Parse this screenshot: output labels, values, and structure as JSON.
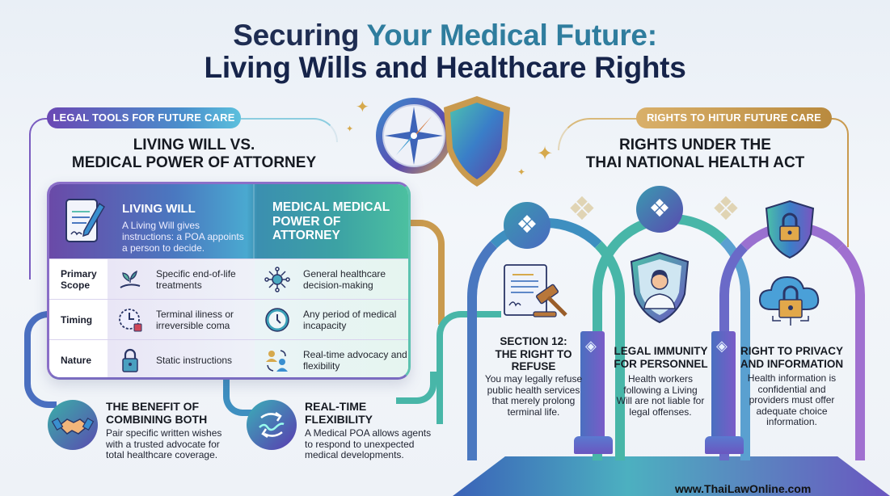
{
  "title": {
    "line1_part1": "Securing",
    "line1_accent": "Your Medical Future:",
    "line2": "Living Wills and Healthcare Rights"
  },
  "left_section": {
    "pill": "LEGAL TOOLS FOR FUTURE CARE",
    "heading_line1": "LIVING WILL VS.",
    "heading_line2": "MEDICAL POWER OF ATTORNEY",
    "table": {
      "living_will": {
        "title": "LIVING WILL",
        "description": "A Living Will gives instructions: a POA appoints a person to decide.",
        "icon": "document-pen-icon"
      },
      "medical_poa": {
        "title": "MEDICAL MEDICAL POWER OF ATTORNEY"
      },
      "rows": [
        {
          "label": "Primary Scope",
          "living_will": "Specific end-of-life treatments",
          "living_will_icon": "hand-sprout-icon",
          "medical_poa": "General healthcare decision-making",
          "medical_poa_icon": "network-hub-icon"
        },
        {
          "label": "Timing",
          "living_will": "Terminal iliness or irreversible coma",
          "living_will_icon": "clock-calendar-icon",
          "medical_poa": "Any period of medical incapacity",
          "medical_poa_icon": "clock-icon"
        },
        {
          "label": "Nature",
          "living_will": "Static instructions",
          "living_will_icon": "padlock-icon",
          "medical_poa": "Real-time advocacy and flexibility",
          "medical_poa_icon": "people-exchange-icon"
        }
      ]
    },
    "benefits": [
      {
        "title_line1": "THE BENEFIT OF",
        "title_line2": "COMBINING BOTH",
        "description": "Pair specific written wishes with a trusted advocate for total healthcare coverage.",
        "icon": "handshake-icon"
      },
      {
        "title_line1": "REAL-TIME",
        "title_line2": "FLEXIBILITY",
        "description": "A Medical POA allows agents to respond to unexpected medical developments.",
        "icon": "flexible-arrows-icon"
      }
    ]
  },
  "center_icons": [
    "compass-icon",
    "shield-icon"
  ],
  "right_section": {
    "pill": "RIGHTS TO HITUR FUTURE CARE",
    "heading_line1": "RIGHTS UNDER THE",
    "heading_line2": "THAI NATIONAL HEALTH ACT",
    "rights": [
      {
        "title": "SECTION 12: THE RIGHT TO REFUSE",
        "description": "You may legally refuse public health services that merely prolong terminal life.",
        "icon": "scroll-gavel-icon",
        "top_icon": "thai-flower-icon"
      },
      {
        "title": "LEGAL IMMUNITY FOR PERSONNEL",
        "description": "Health workers following a Living Will are not liable for legal offenses.",
        "icon": "doctor-shield-icon",
        "top_icon": "thai-flower-icon"
      },
      {
        "title": "RIGHT TO PRIVACY AND INFORMATION",
        "description": "Health information is confidential and providers must offer adequate choice information.",
        "icon": "cloud-lock-icon",
        "top_icon": "shield-lock-icon"
      }
    ]
  },
  "footer": {
    "url": "www.ThaiLawOnline.com"
  },
  "colors": {
    "title_dark": "#1f2d52",
    "title_accent": "#2f7d9e",
    "purple": "#6a48b4",
    "teal": "#4cc0a0",
    "gold": "#c99a4e",
    "blue": "#4a78c0"
  }
}
